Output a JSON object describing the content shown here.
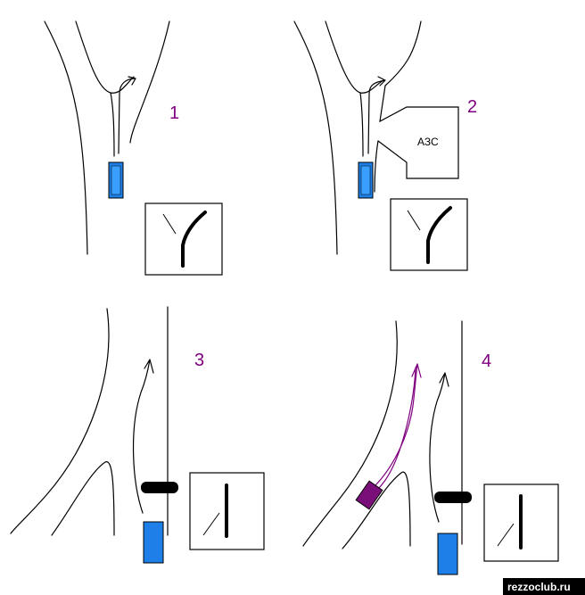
{
  "panels": [
    {
      "number": "1"
    },
    {
      "number": "2",
      "building_label": "АЗС"
    },
    {
      "number": "3"
    },
    {
      "number": "4"
    }
  ],
  "colors": {
    "car_blue": "#1e7fe8",
    "car_purple": "#7a0f7a",
    "panel_number": "#800080",
    "obstacle": "#000000"
  },
  "watermark": "rezzoclub.ru"
}
